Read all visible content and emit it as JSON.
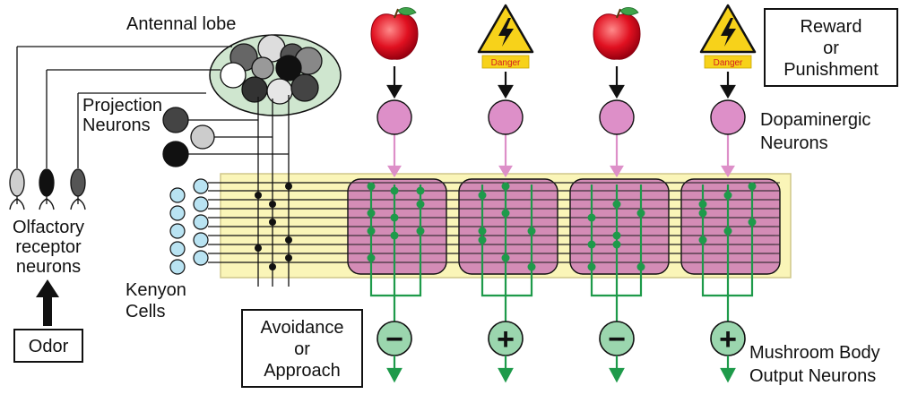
{
  "labels": {
    "antennal_lobe": "Antennal lobe",
    "projection_1": "Projection",
    "projection_2": "Neurons",
    "olfactory_1": "Olfactory",
    "olfactory_2": "receptor",
    "olfactory_3": "neurons",
    "odor": "Odor",
    "kenyon_1": "Kenyon",
    "kenyon_2": "Cells",
    "reward_1": "Reward",
    "reward_2": "or",
    "reward_3": "Punishment",
    "dopaminergic_1": "Dopaminergic",
    "dopaminergic_2": "Neurons",
    "avoid_1": "Avoidance",
    "avoid_2": "or",
    "avoid_3": "Approach",
    "mbon_1": "Mushroom Body",
    "mbon_2": "Output Neurons"
  },
  "modules": [
    {
      "stimulus": "apple-icon",
      "output_sign": "−"
    },
    {
      "stimulus": "danger-icon",
      "stimulus_label": "Danger",
      "output_sign": "+"
    },
    {
      "stimulus": "apple-icon",
      "output_sign": "−"
    },
    {
      "stimulus": "danger-icon",
      "stimulus_label": "Danger",
      "output_sign": "+"
    }
  ],
  "colors": {
    "mushroom_body_band": "#faf5b8",
    "compartment": "#cc79b5",
    "dopaminergic": "#dd8fc8",
    "synapse": "#1e9a4a",
    "output_neuron": "#9bd6ae",
    "kenyon_cell": "#b9e3f2"
  }
}
